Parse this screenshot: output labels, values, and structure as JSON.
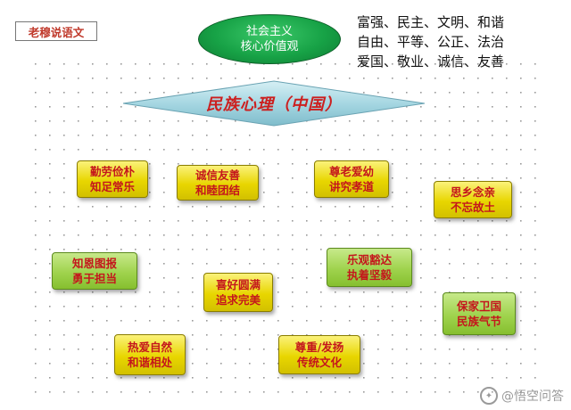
{
  "brand": "老穆说语文",
  "core_values": {
    "oval_lines": [
      "社会主义",
      "核心价值观"
    ],
    "lines": [
      "富强、民主、文明、和谐",
      "自由、平等、公正、法治",
      "爱国、敬业、诚信、友善"
    ]
  },
  "center_title": "民族心理（中国）",
  "nodes": [
    {
      "lines": [
        "勤劳俭朴",
        "知足常乐"
      ],
      "style": "yellow"
    },
    {
      "lines": [
        "诚信友善",
        "和睦团结"
      ],
      "style": "yellow"
    },
    {
      "lines": [
        "尊老爱幼",
        "讲究孝道"
      ],
      "style": "yellow"
    },
    {
      "lines": [
        "思乡念亲",
        "不忘故土"
      ],
      "style": "yellow"
    },
    {
      "lines": [
        "知恩图报",
        "勇于担当"
      ],
      "style": "green"
    },
    {
      "lines": [
        "喜好圆满",
        "追求完美"
      ],
      "style": "yellow"
    },
    {
      "lines": [
        "乐观豁达",
        "执着坚毅"
      ],
      "style": "green"
    },
    {
      "lines": [
        "保家卫国",
        "民族气节"
      ],
      "style": "green"
    },
    {
      "lines": [
        "热爱自然",
        "和谐相处"
      ],
      "style": "yellow"
    },
    {
      "lines": [
        "尊重/发扬",
        "传统文化"
      ],
      "style": "yellow"
    }
  ],
  "watermark": "@悟空问答",
  "icons": {
    "watermark": "wukong-logo-icon"
  }
}
